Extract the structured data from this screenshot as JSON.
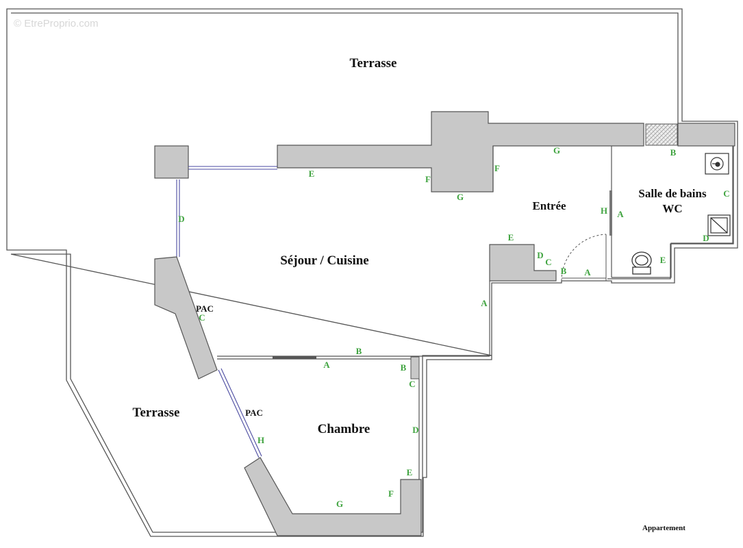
{
  "watermark": "© EtreProprio.com",
  "caption": "Appartement",
  "rooms": {
    "terrasse_top": "Terrasse",
    "terrasse_left": "Terrasse",
    "sejour": "Séjour / Cuisine",
    "chambre": "Chambre",
    "entree": "Entrée",
    "sdb_line1": "Salle de bains",
    "sdb_line2": "WC"
  },
  "pac_labels": [
    "PAC",
    "PAC"
  ],
  "wall_letters": [
    "E",
    "F",
    "F",
    "G",
    "G",
    "D",
    "E",
    "D",
    "C",
    "B",
    "A",
    "A",
    "H",
    "A",
    "B",
    "C",
    "D",
    "E",
    "C",
    "B",
    "A",
    "B",
    "C",
    "D",
    "E",
    "F",
    "G",
    "H"
  ],
  "colors": {
    "wall_fill": "#c8c8c8",
    "wall_stroke": "#555555",
    "letter": "#3fa33f",
    "glazing": "#4a4aa0"
  }
}
